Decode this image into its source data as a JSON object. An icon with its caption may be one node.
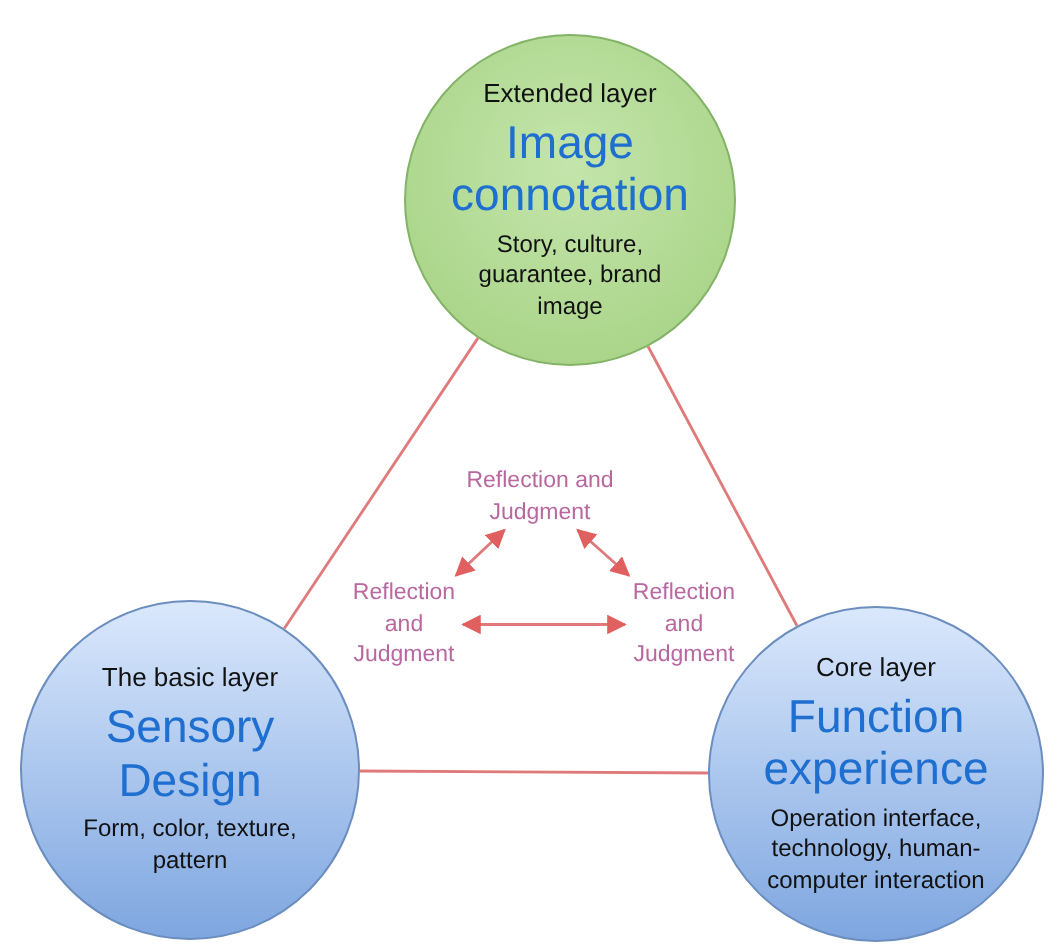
{
  "diagram": {
    "nodes": [
      {
        "text": [
          "Extended layer",
          "Image connotation",
          "Story, culture, guarantee, brand image"
        ]
      },
      {
        "text": [
          "The basic layer",
          "Sensory Design",
          "Form, color, texture, pattern"
        ]
      },
      {
        "text": [
          "Core layer",
          "Function experience",
          "Operation interface, technology, human-computer interaction"
        ]
      },
      {
        "text": [
          "Reflection and Judgment"
        ]
      },
      {
        "text": [
          "Reflection and Judgment"
        ]
      },
      {
        "text": [
          "Reflection and Judgment"
        ]
      }
    ],
    "edges": [
      {
        "from": 0,
        "to": 1,
        "arrow": "none"
      },
      {
        "from": 0,
        "to": 2,
        "arrow": "none"
      },
      {
        "from": 1,
        "to": 2,
        "arrow": "none"
      },
      {
        "from": 3,
        "to": 4,
        "arrow": "both"
      },
      {
        "from": 3,
        "to": 5,
        "arrow": "both"
      },
      {
        "from": 4,
        "to": 5,
        "arrow": "both"
      }
    ]
  }
}
